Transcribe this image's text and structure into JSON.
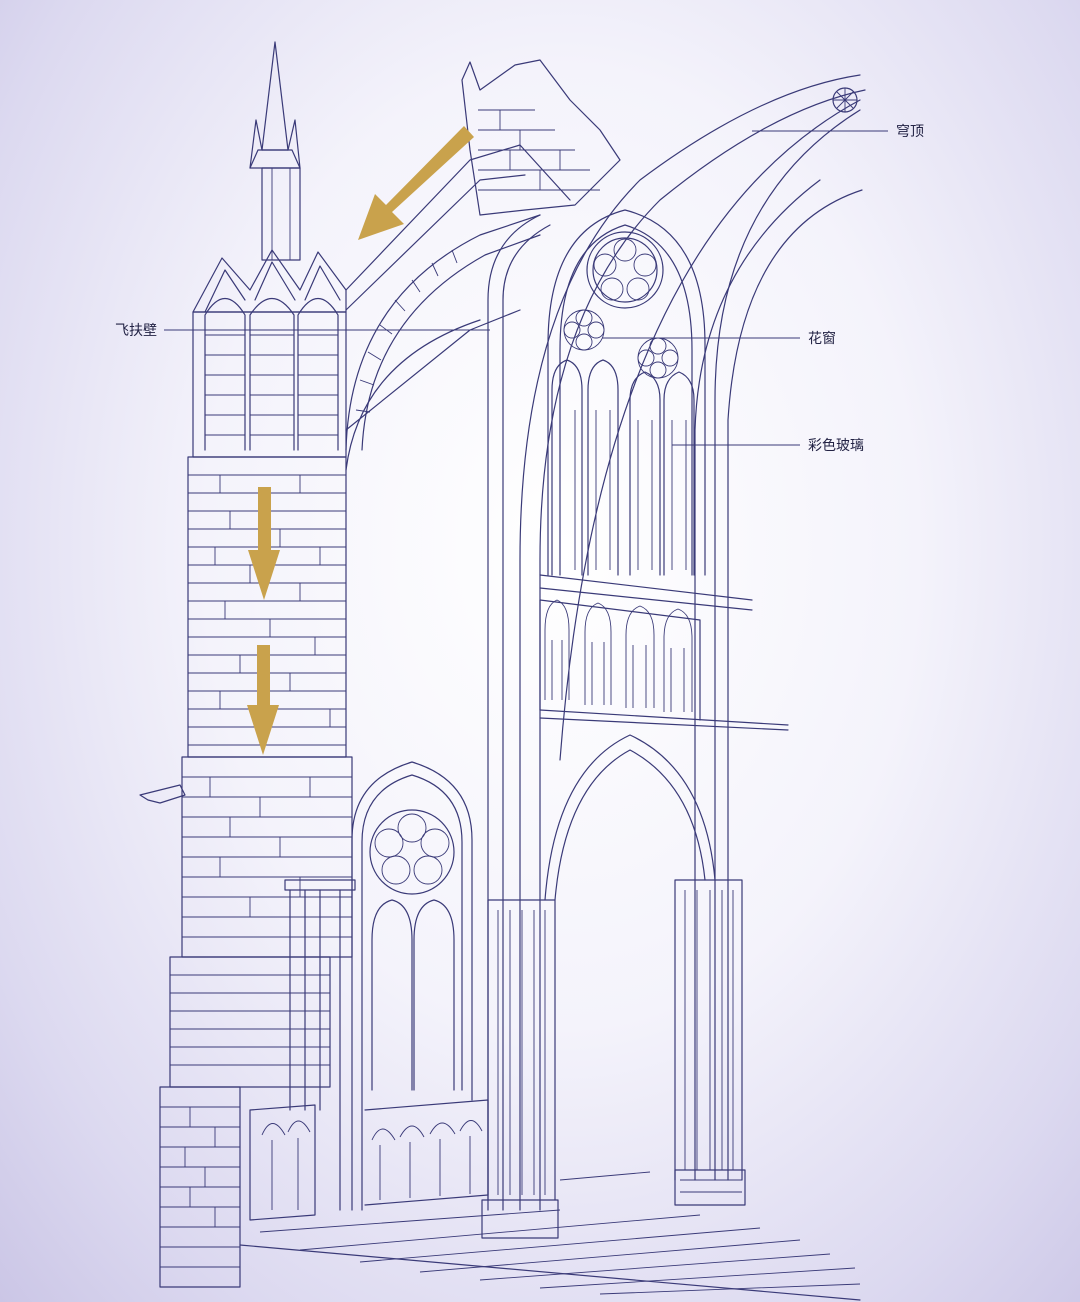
{
  "labels": {
    "vault": "穹顶",
    "flying_buttress": "飞扶壁",
    "tracery": "花窗",
    "stained_glass": "彩色玻璃"
  },
  "colors": {
    "line": "#3a3a78",
    "arrow": "#c9a24c",
    "background": "#e6e4f3"
  }
}
